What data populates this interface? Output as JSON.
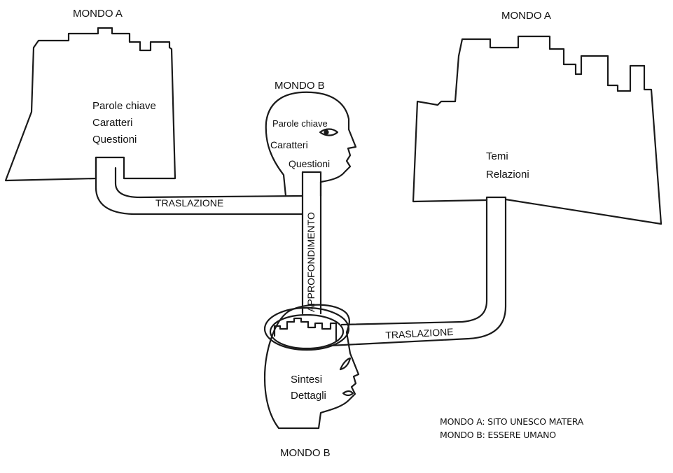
{
  "labels": {
    "world_a_left": "MONDO A",
    "world_a_right": "MONDO A",
    "world_b_top": "MONDO B",
    "world_b_bottom": "MONDO B",
    "translation_left": "TRASLAZIONE",
    "translation_right": "TRASLAZIONE",
    "deepening": "APPROFONDIMENTO"
  },
  "world_a_left_items": [
    "Parole chiave",
    "Caratteri",
    "Questioni"
  ],
  "head_top_items": [
    "Parole chiave",
    "Caratteri",
    "Questioni"
  ],
  "world_a_right_items": [
    "Temi",
    "Relazioni"
  ],
  "head_bottom_items": [
    "Sintesi",
    "Dettagli"
  ],
  "legend": [
    "MONDO A: SITO UNESCO MATERA",
    "MONDO B: ESSERE UMANO"
  ]
}
